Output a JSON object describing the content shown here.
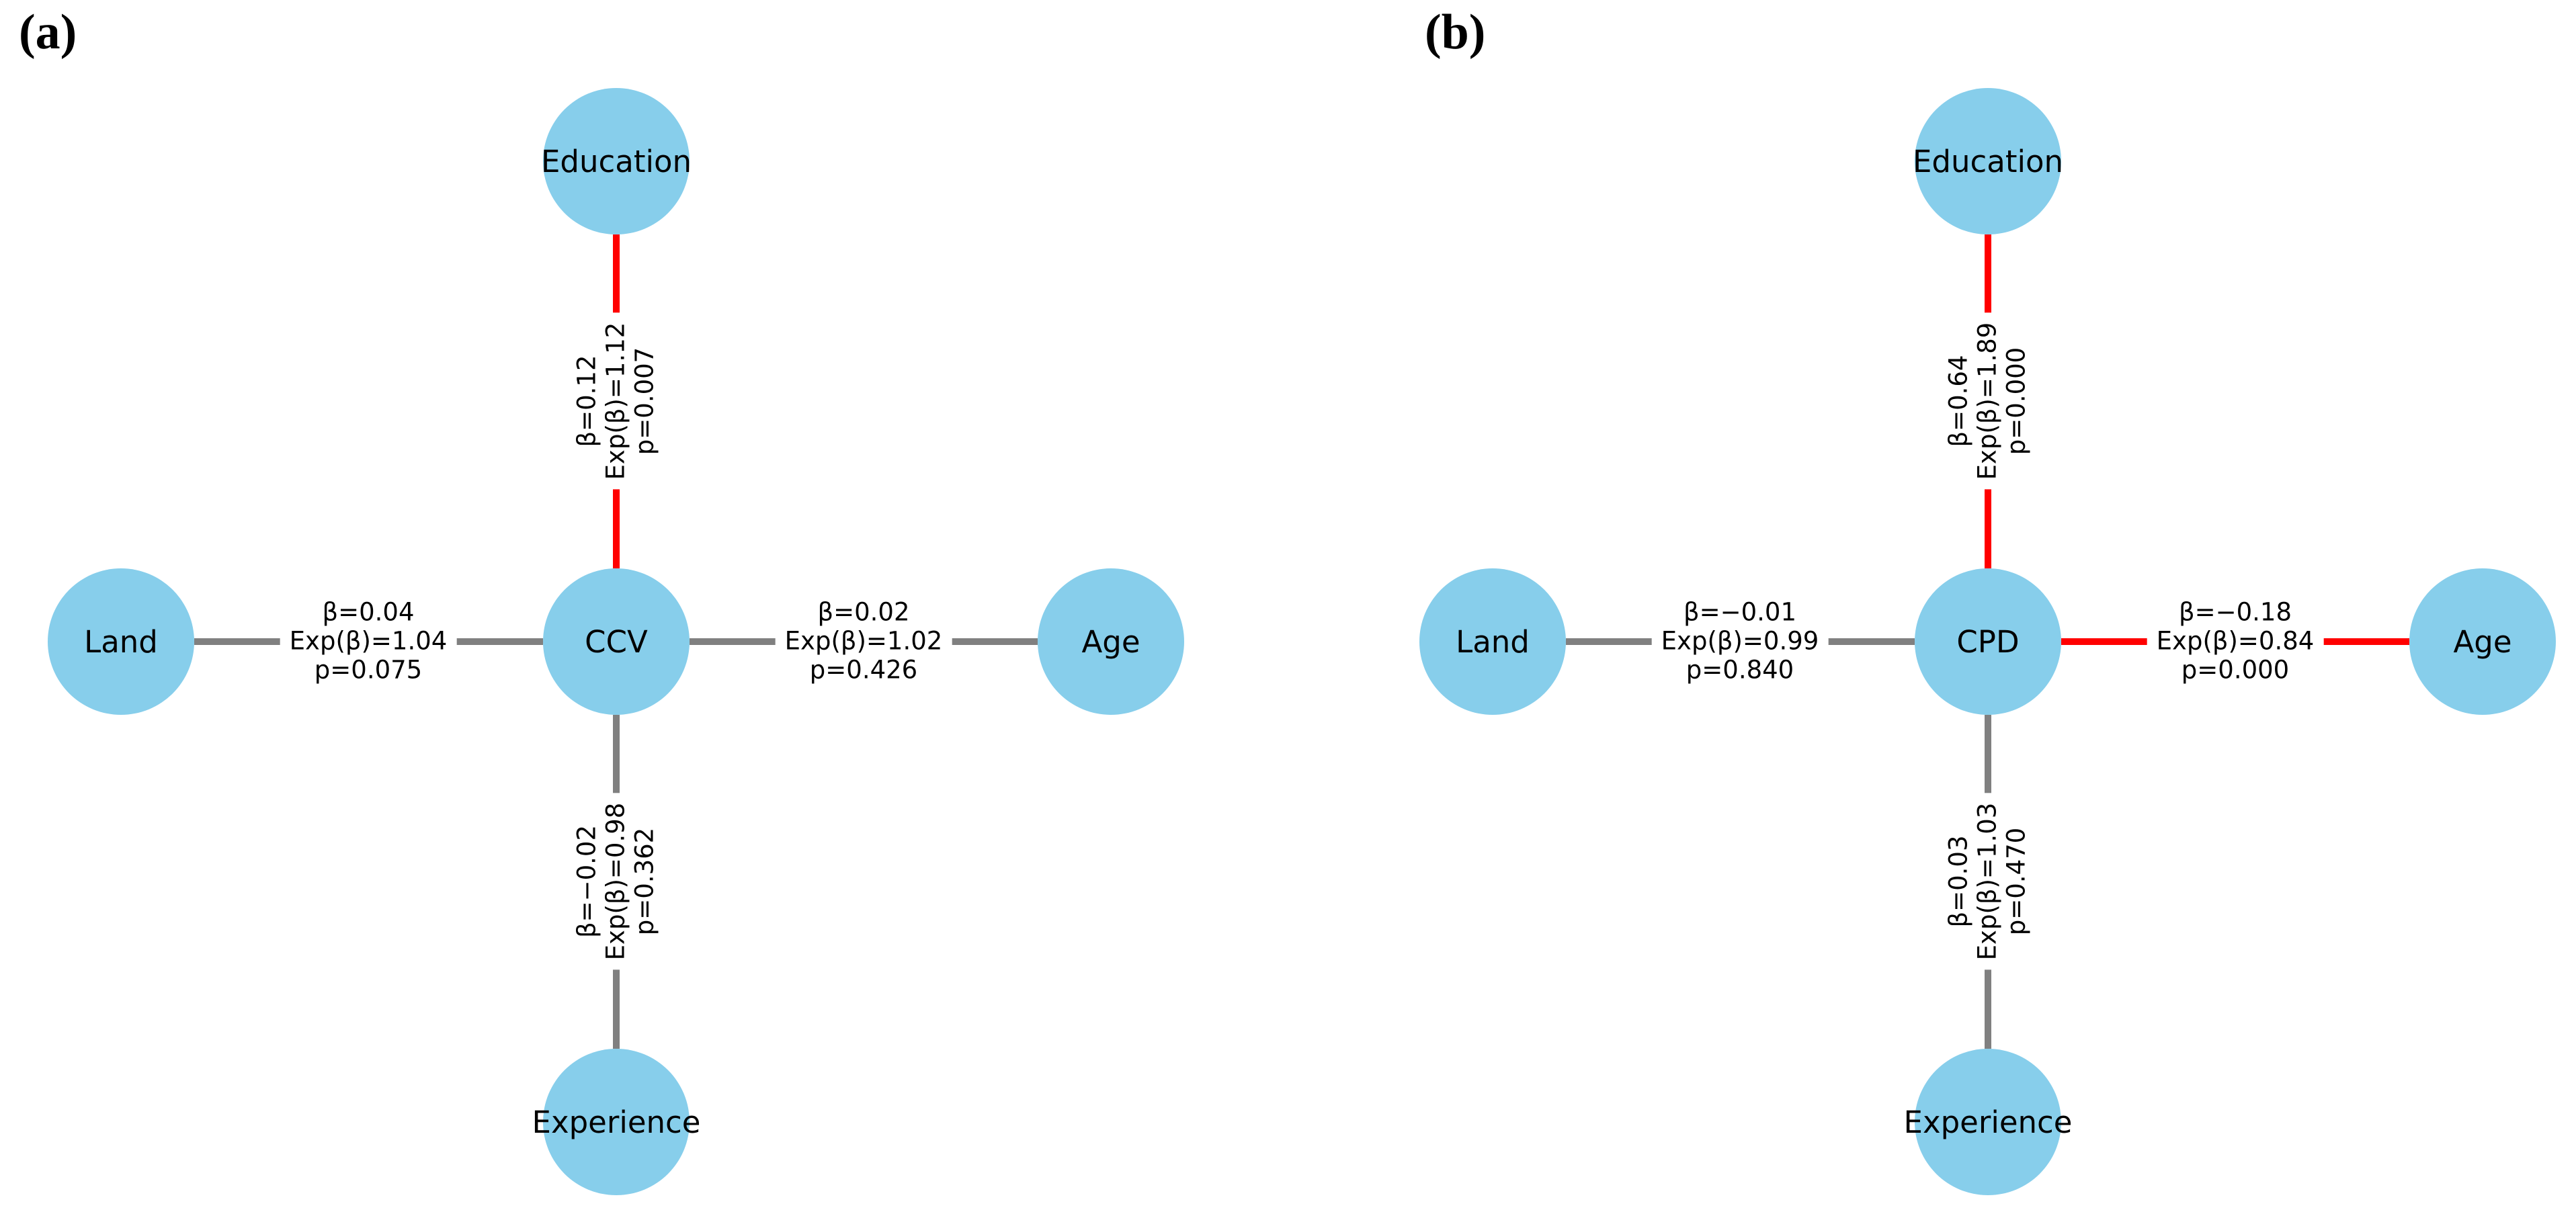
{
  "figure": {
    "background_color": "#ffffff",
    "node_color": "#87ceeb",
    "text_color": "#000000",
    "significant_edge_color": "#ff0000",
    "nonsignificant_edge_color": "#808080"
  },
  "panels": [
    {
      "label": "(a)",
      "center_node": {
        "label": "CCV"
      },
      "nodes": [
        {
          "id": "education",
          "label": "Education"
        },
        {
          "id": "land",
          "label": "Land"
        },
        {
          "id": "age",
          "label": "Age"
        },
        {
          "id": "experience",
          "label": "Experience"
        }
      ],
      "edges": [
        {
          "source": "CCV",
          "target": "Education",
          "significant": true,
          "beta": "β=0.12",
          "exp_beta": "Exp(β)=1.12",
          "p": "p=0.007"
        },
        {
          "source": "CCV",
          "target": "Land",
          "significant": false,
          "beta": "β=0.04",
          "exp_beta": "Exp(β)=1.04",
          "p": "p=0.075"
        },
        {
          "source": "CCV",
          "target": "Age",
          "significant": false,
          "beta": "β=0.02",
          "exp_beta": "Exp(β)=1.02",
          "p": "p=0.426"
        },
        {
          "source": "CCV",
          "target": "Experience",
          "significant": false,
          "beta": "β=−0.02",
          "exp_beta": "Exp(β)=0.98",
          "p": "p=0.362"
        }
      ]
    },
    {
      "label": "(b)",
      "center_node": {
        "label": "CPD"
      },
      "nodes": [
        {
          "id": "education",
          "label": "Education"
        },
        {
          "id": "land",
          "label": "Land"
        },
        {
          "id": "age",
          "label": "Age"
        },
        {
          "id": "experience",
          "label": "Experience"
        }
      ],
      "edges": [
        {
          "source": "CPD",
          "target": "Education",
          "significant": true,
          "beta": "β=0.64",
          "exp_beta": "Exp(β)=1.89",
          "p": "p=0.000"
        },
        {
          "source": "CPD",
          "target": "Land",
          "significant": false,
          "beta": "β=−0.01",
          "exp_beta": "Exp(β)=0.99",
          "p": "p=0.840"
        },
        {
          "source": "CPD",
          "target": "Age",
          "significant": true,
          "beta": "β=−0.18",
          "exp_beta": "Exp(β)=0.84",
          "p": "p=0.000"
        },
        {
          "source": "CPD",
          "target": "Experience",
          "significant": false,
          "beta": "β=0.03",
          "exp_beta": "Exp(β)=1.03",
          "p": "p=0.470"
        }
      ]
    }
  ]
}
